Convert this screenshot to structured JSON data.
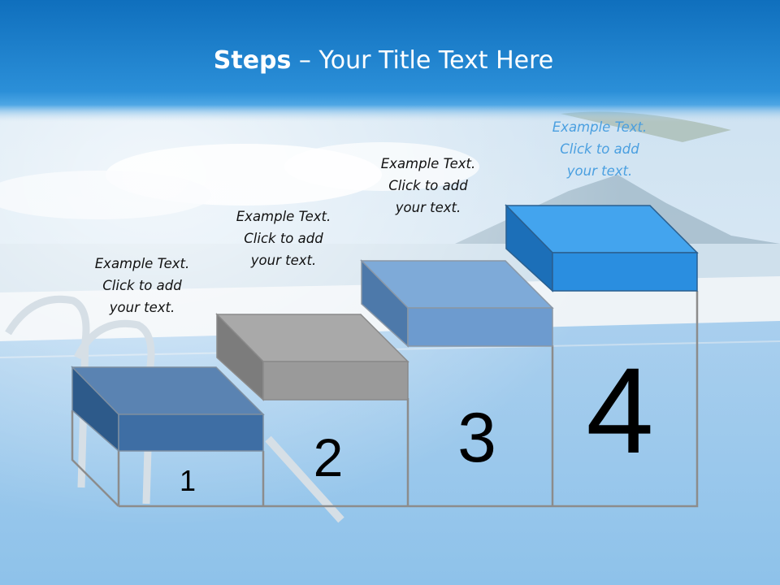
{
  "slide": {
    "title_bold": "Steps",
    "title_rest": " – Your Title Text Here"
  },
  "steps": [
    {
      "number": "1",
      "caption": [
        "Example Text.",
        "Click  to add",
        "your text."
      ],
      "top_color": "#4a74a4"
    },
    {
      "number": "2",
      "caption": [
        "Example Text.",
        "Click  to add",
        "your text."
      ],
      "top_color": "#9a9a9a"
    },
    {
      "number": "3",
      "caption": [
        "Example Text.",
        "Click  to add",
        "your text."
      ],
      "top_color": "#6d9bcf"
    },
    {
      "number": "4",
      "caption": [
        "Example Text.",
        "Click  to add",
        "your text."
      ],
      "top_color": "#2a8ee0"
    }
  ],
  "colors": {
    "title_bar": "#1a7cc8",
    "water": "#8fc3ea",
    "sky": "#dbe9f3"
  }
}
